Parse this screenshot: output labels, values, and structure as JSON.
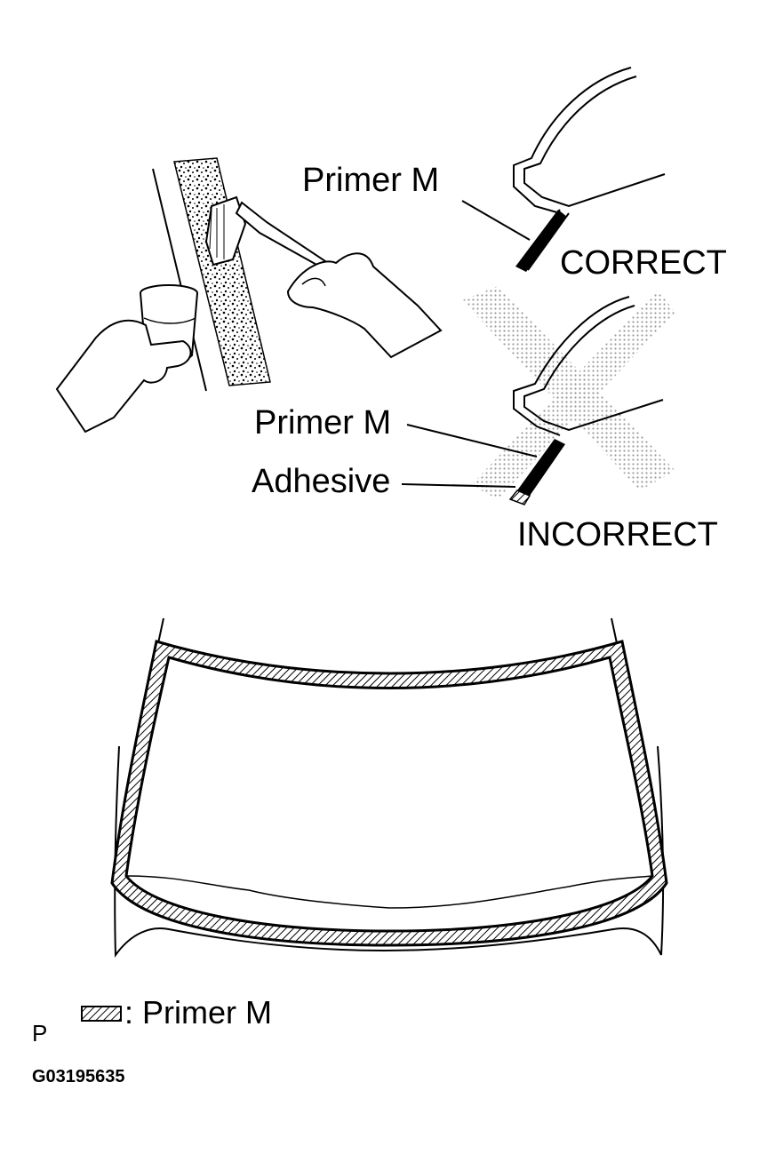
{
  "labels": {
    "primer_top": "Primer M",
    "correct": "CORRECT",
    "primer_mid": "Primer M",
    "adhesive": "Adhesive",
    "incorrect": "INCORRECT",
    "legend_primer": ": Primer M",
    "corner_letter": "P",
    "figure_code": "G03195635"
  },
  "icons": {
    "brush": "paint-brush-icon",
    "cup": "primer-cup-icon",
    "cross": "incorrect-cross-icon",
    "legend": "hatched-legend-swatch-icon"
  },
  "colors": {
    "ink": "#000000",
    "cross_tone": "#9a9a9a",
    "paper": "#ffffff"
  }
}
